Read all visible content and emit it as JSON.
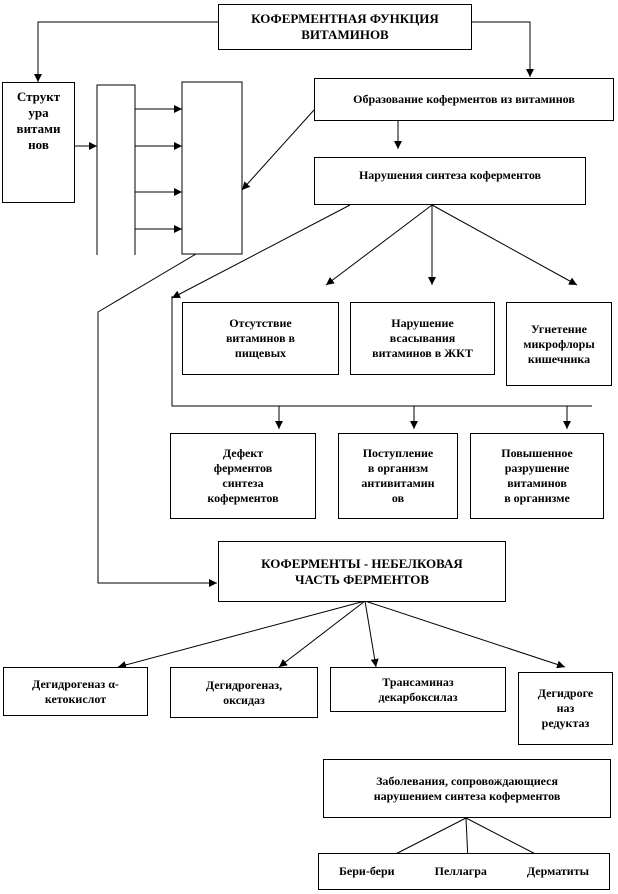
{
  "title": "КОФЕРМЕНТНАЯ ФУНКЦИЯ\nВИТАМИНОВ",
  "structure": "Структ\nура\nвитами\nнов",
  "formation": "Образование коферментов из витаминов",
  "disruption": "Нарушения  синтеза коферментов",
  "causes_row1": [
    "Отсутствие\nвитаминов в\nпищевых",
    "Нарушение\nвсасывания\nвитаминов в ЖКТ",
    "Угнетение\nмикрофлоры\nкишечника"
  ],
  "causes_row2": [
    "Дефект\nферментов\nсинтеза\nкоферментов",
    "Поступление\nв организм\nантивитамин\nов",
    "Повышенное\nразрушение\nвитаминов\nв организме"
  ],
  "coenzymes": "КОФЕРМЕНТЫ - НЕБЕЛКОВАЯ\nЧАСТЬ ФЕРМЕНТОВ",
  "enzymes": [
    "Дегидрогеназ α-\nкетокислот",
    "Дегидрогеназ,\nоксидаз",
    "Трансаминаз\nдекарбоксилаз",
    "Дегидроге\nназ\nредуктаз"
  ],
  "diseases_title": "Заболевания, сопровождающиеся\nнарушением синтеза коферментов",
  "diseases": [
    "Бери-бери",
    "Пеллагра",
    "Дерматиты"
  ]
}
